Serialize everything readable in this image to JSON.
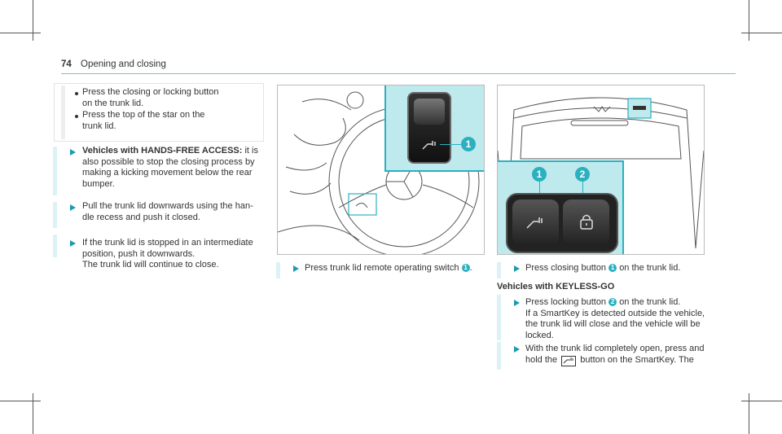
{
  "header": {
    "page_number": "74",
    "section": "Opening and closing"
  },
  "intro_box": {
    "items": [
      {
        "line1": "Press the closing or locking button",
        "line2": "on the trunk lid."
      },
      {
        "line1": "Press the top of the star on the",
        "line2": "trunk lid."
      }
    ]
  },
  "left_steps": {
    "step1": {
      "label": "Vehicles with HANDS-FREE ACCESS:",
      "tail": " it is",
      "lines": [
        "also possible to stop the closing process by",
        "making a kicking movement below the rear",
        "bumper."
      ]
    },
    "step2": {
      "lines": [
        "Pull the trunk lid downwards using the han-",
        "dle recess and push it closed."
      ]
    },
    "step3": {
      "lines": [
        "If the trunk lid is stopped in an intermediate",
        "position, push it downwards.",
        "The trunk lid will continue to close."
      ]
    }
  },
  "middle": {
    "callout": "1",
    "step_prefix": "Press trunk lid remote operating switch",
    "step_suffix": "."
  },
  "right": {
    "callouts": [
      "1",
      "2"
    ],
    "step1_prefix": "Press closing button",
    "step1_callout": "1",
    "step1_suffix": "on the trunk lid.",
    "subheading": "Vehicles with KEYLESS-GO",
    "step2": {
      "prefix": "Press locking button",
      "callout": "2",
      "suffix": "on the trunk lid.",
      "lines": [
        "If a SmartKey is detected outside the vehicle,",
        "the trunk lid will close and the vehicle will be",
        "locked."
      ]
    },
    "step3": {
      "line1": "With the trunk lid completely open, press and",
      "line2_prefix": "hold the",
      "line2_suffix": "button on the SmartKey. The"
    }
  },
  "colors": {
    "accent": "#1b9bb0",
    "panel": "#bfeaed",
    "callout": "#2bb0bf"
  },
  "icons": [
    "trunk-close-icon",
    "lock-icon",
    "trunk-close-inline-icon"
  ]
}
